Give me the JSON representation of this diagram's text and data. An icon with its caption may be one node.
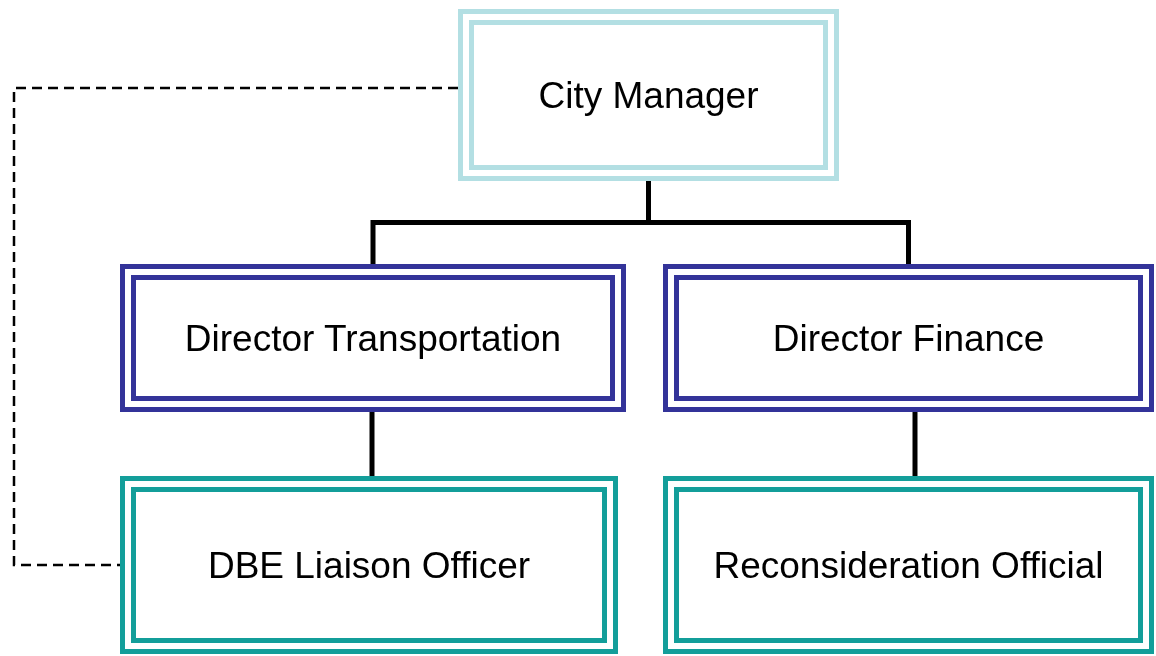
{
  "diagram": {
    "nodes": [
      {
        "text": [
          "City Manager"
        ]
      },
      {
        "text": [
          "Director Transportation"
        ]
      },
      {
        "text": [
          "Director Finance"
        ]
      },
      {
        "text": [
          "DBE Liaison Officer"
        ]
      },
      {
        "text": [
          "Reconsideration Official"
        ]
      }
    ],
    "edges": [
      {
        "from": 0,
        "to": 1,
        "arrow": "none"
      },
      {
        "from": 0,
        "to": 2,
        "arrow": "none"
      },
      {
        "from": 1,
        "to": 3,
        "arrow": "none"
      },
      {
        "from": 2,
        "to": 4,
        "arrow": "none"
      },
      {
        "from": 0,
        "to": 3,
        "arrow": "none",
        "style": "dashed"
      }
    ]
  }
}
